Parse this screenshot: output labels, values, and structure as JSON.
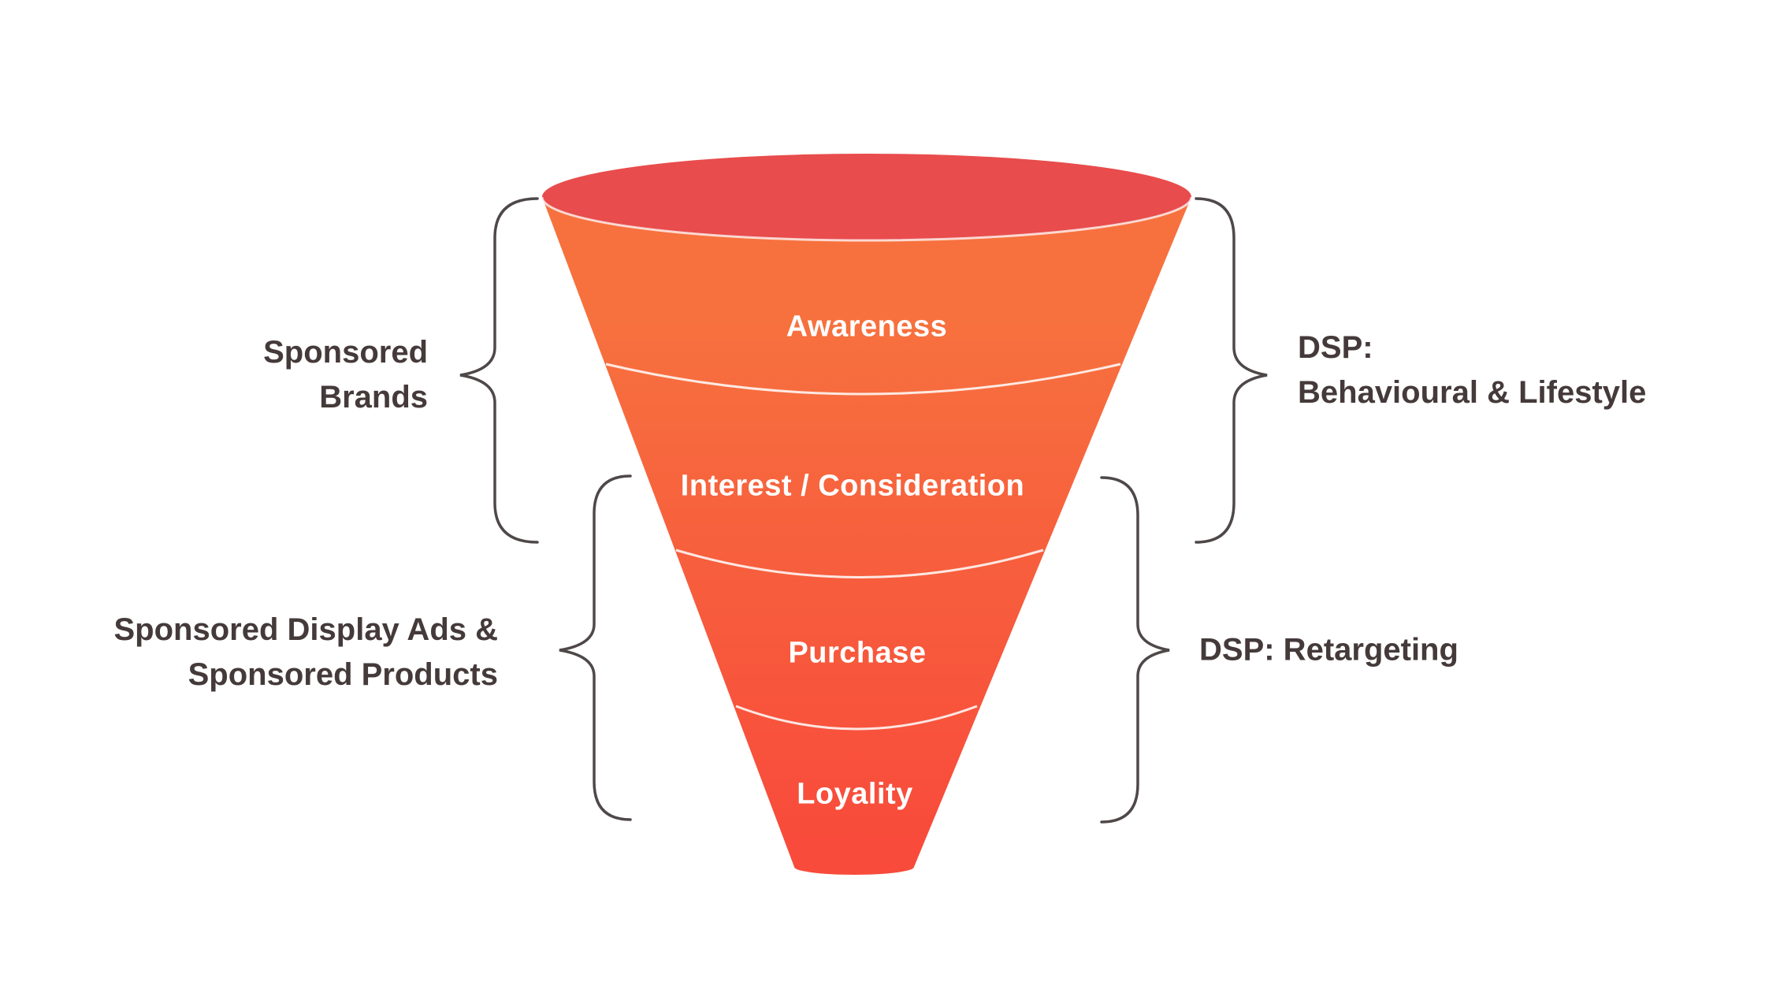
{
  "diagram": {
    "type": "marketing-funnel",
    "funnel": {
      "stages": [
        {
          "label": "Awareness"
        },
        {
          "label": "Interest / Consideration"
        },
        {
          "label": "Purchase"
        },
        {
          "label": "Loyality"
        }
      ]
    },
    "annotations": {
      "left": [
        {
          "lines": [
            "Sponsored",
            "Brands"
          ]
        },
        {
          "lines": [
            "Sponsored Display Ads &",
            "Sponsored Products"
          ]
        }
      ],
      "right": [
        {
          "lines": [
            "DSP:",
            "Behavioural & Lifestyle"
          ]
        },
        {
          "lines": [
            "DSP: Retargeting"
          ]
        }
      ]
    },
    "colors": {
      "background": "#ffffff",
      "funnel_top_ellipse": "#e84c4c",
      "funnel_body_top": "#f7713e",
      "funnel_body_bottom": "#f84b3b",
      "divider_line": "#ffffff",
      "bracket": "#4f4848",
      "side_label_text": "#453a3a",
      "stage_label_text": "#ffffff"
    }
  }
}
